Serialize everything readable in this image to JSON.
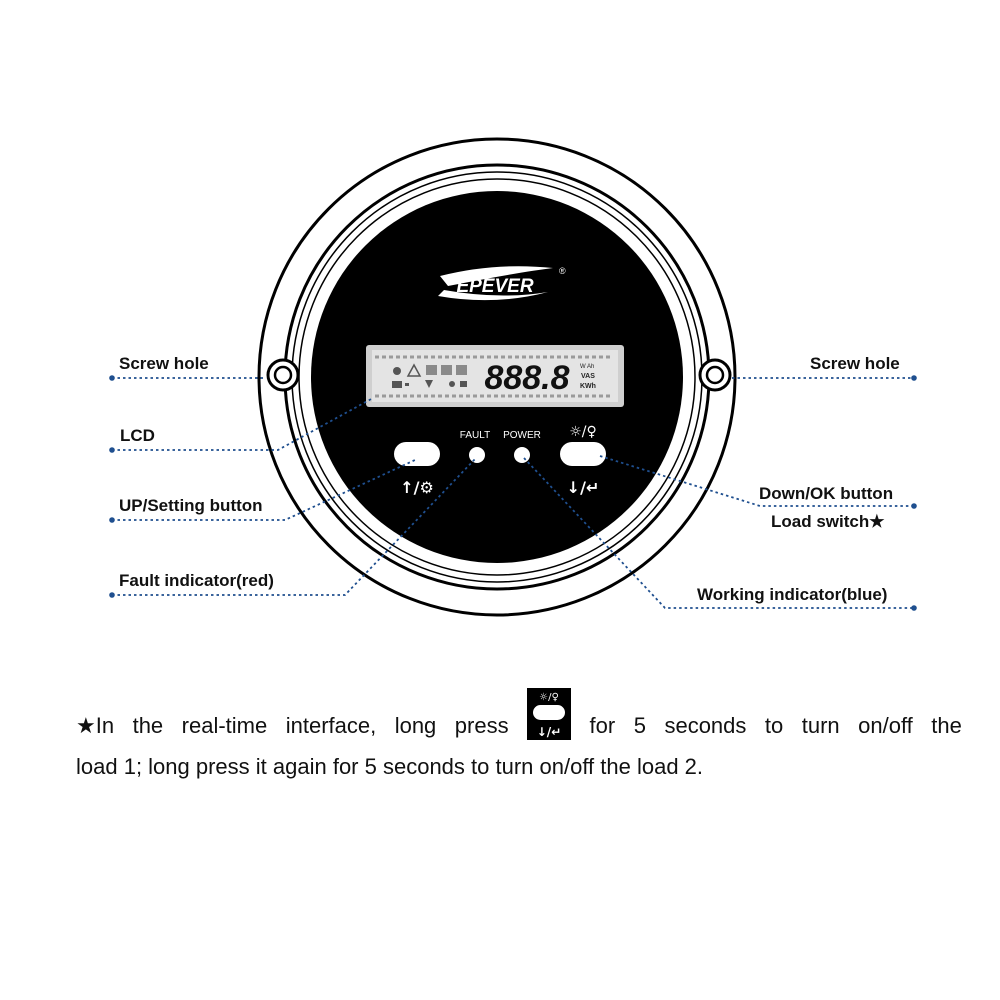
{
  "brand": {
    "name": "EPEVER",
    "registered": "®"
  },
  "lcd": {
    "digits": "888.8",
    "units": [
      "W Ah",
      "VAS",
      "KWh"
    ]
  },
  "panel": {
    "fault_label": "FAULT",
    "power_label": "POWER",
    "left_button_icon": "↑/⚙",
    "right_button_top_icon": "☼/♀",
    "right_button_bottom_icon": "↓/↵"
  },
  "labels": {
    "screw_hole_left": "Screw hole",
    "screw_hole_right": "Screw hole",
    "lcd": "LCD",
    "up_setting": "UP/Setting button",
    "fault_indicator": "Fault indicator(red)",
    "down_ok": "Down/OK button",
    "load_switch": "Load switch★",
    "working_indicator": "Working indicator(blue)"
  },
  "note": {
    "star": "★",
    "line1_words": [
      "In",
      "the",
      "real-time",
      "interface,",
      "long",
      "press"
    ],
    "line1_after": [
      "for",
      "5",
      "seconds",
      "to",
      "turn",
      "on/off",
      "the"
    ],
    "line2": "load 1; long press it again for 5 seconds to turn on/off the load 2."
  },
  "colors": {
    "callout_line": "#1f4f8f",
    "panel_black": "#000000",
    "lcd_gray": "#cfcfcf"
  },
  "icons": [
    "screw-hole-icon",
    "up-arrow-icon",
    "gear-icon",
    "sun-icon",
    "bulb-icon",
    "down-arrow-icon",
    "enter-icon"
  ]
}
